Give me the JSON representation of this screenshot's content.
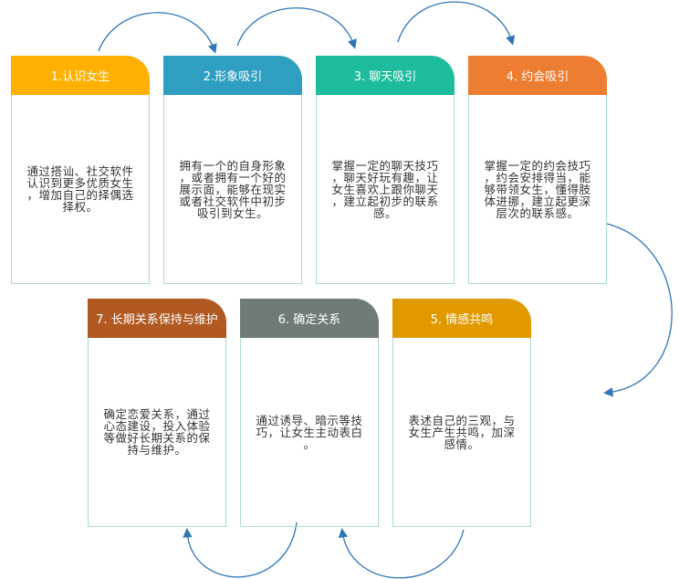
{
  "steps": [
    {
      "title": "1.认识女生",
      "color": "#ffb000",
      "lines": [
        "通过搭讪、社交软件",
        "认识到更多优质女生",
        "，增加自己的择偶选",
        "择权。"
      ]
    },
    {
      "title": "2.形象吸引",
      "color": "#2e9fc0",
      "lines": [
        "拥有一个的自身形象",
        "，或者拥有一个好的",
        "展示面，能够在现实",
        "或者社交软件中初步",
        "吸引到女生。"
      ]
    },
    {
      "title": "3. 聊天吸引",
      "color": "#1cbc9c",
      "lines": [
        "掌握一定的聊天技巧",
        "，聊天好玩有趣，让",
        "女生喜欢上跟你聊天",
        "，建立起初步的联系",
        "感。"
      ]
    },
    {
      "title": "4. 约会吸引",
      "color": "#ed7d31",
      "lines": [
        "掌握一定的约会技巧",
        "，约会安排得当，能",
        "够带领女生，懂得肢",
        "体进挪，建立起更深",
        "层次的联系感。"
      ]
    },
    {
      "title": "5. 情感共鸣",
      "color": "#e09a00",
      "lines": [
        "表述自己的三观，与",
        "女生产生共鸣，加深",
        "感情。"
      ]
    },
    {
      "title": "6. 确定关系",
      "color": "#6e7b78",
      "lines": [
        "通过诱导、暗示等技",
        "巧，让女生主动表白",
        "。"
      ]
    },
    {
      "title": "7. 长期关系保持与维护",
      "color": "#b05a22",
      "lines": [
        "确定恋爱关系，通过",
        "心态建设，投入体验",
        "等做好长期关系的保",
        "持与维护。"
      ]
    }
  ],
  "arrow_color": "#2e75b6"
}
